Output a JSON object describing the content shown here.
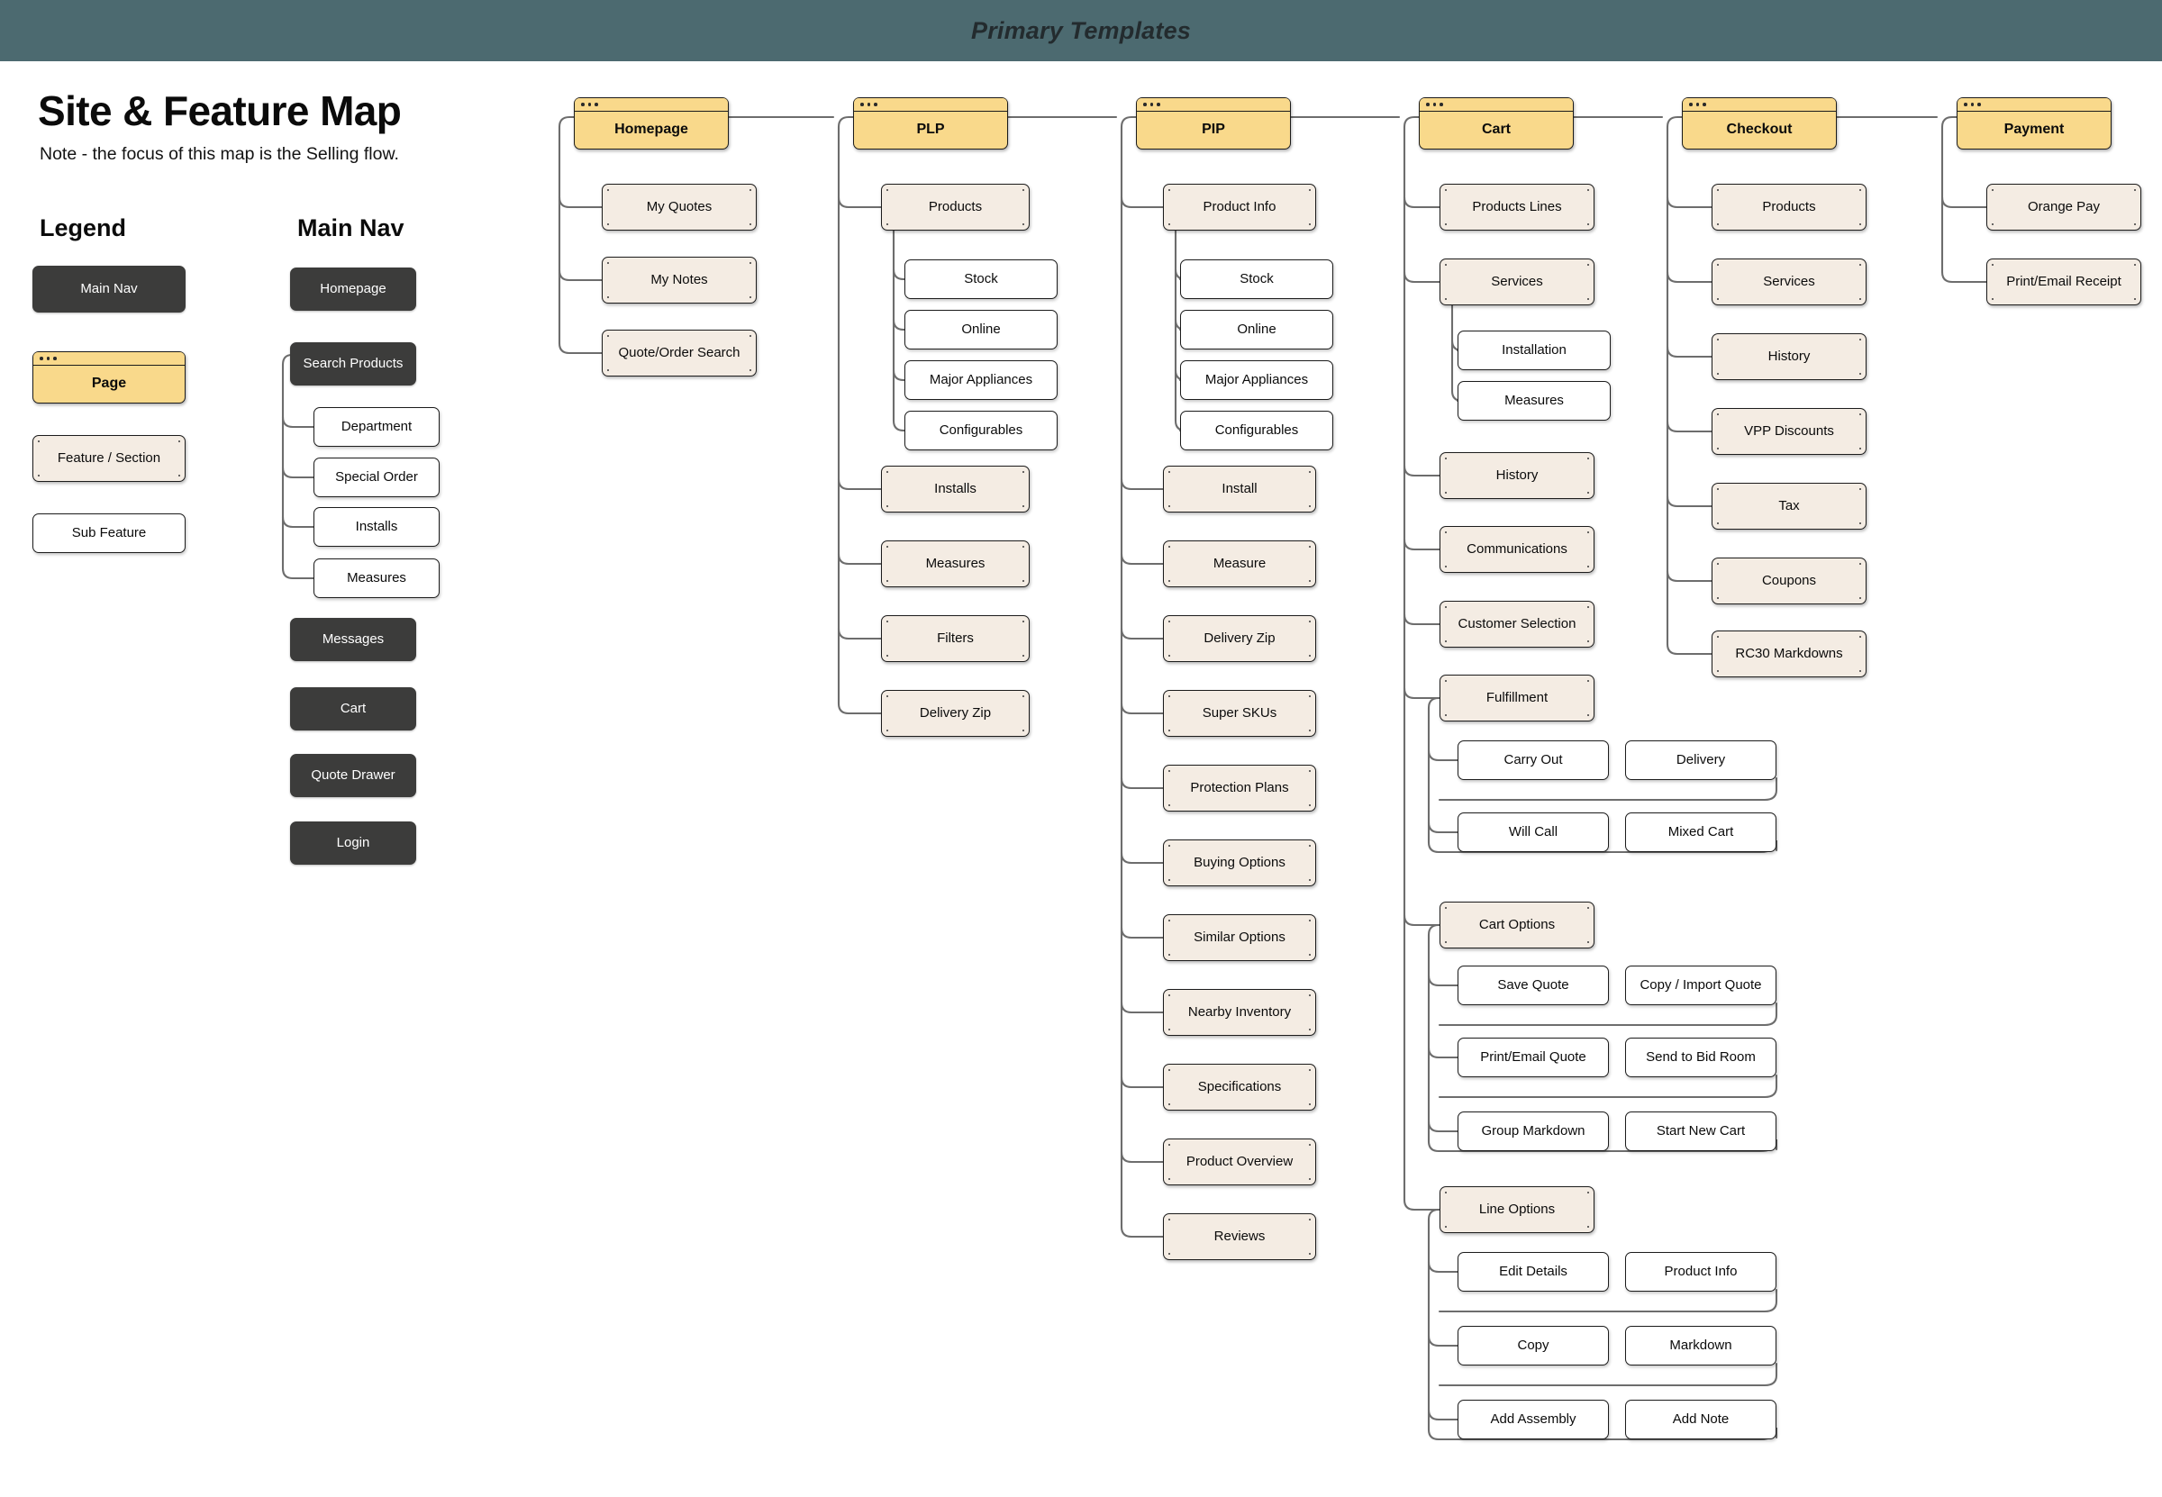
{
  "header": {
    "title": "Primary Templates",
    "bg": "#4c6a70"
  },
  "intro": {
    "title": "Site & Feature Map",
    "note": "Note - the focus of this map is the Selling flow."
  },
  "legend": {
    "title": "Legend",
    "items": [
      {
        "label": "Main Nav",
        "kind": "nav"
      },
      {
        "label": "Page",
        "kind": "page"
      },
      {
        "label": "Feature / Section",
        "kind": "feature"
      },
      {
        "label": "Sub Feature",
        "kind": "sub"
      }
    ]
  },
  "main_nav": {
    "title": "Main Nav",
    "items": [
      {
        "label": "Homepage",
        "kind": "nav"
      },
      {
        "label": "Search Products",
        "kind": "nav",
        "children": [
          {
            "label": "Department",
            "kind": "sub"
          },
          {
            "label": "Special Order",
            "kind": "sub"
          },
          {
            "label": "Installs",
            "kind": "sub"
          },
          {
            "label": "Measures",
            "kind": "sub"
          }
        ]
      },
      {
        "label": "Messages",
        "kind": "nav"
      },
      {
        "label": "Cart",
        "kind": "nav"
      },
      {
        "label": "Quote Drawer",
        "kind": "nav"
      },
      {
        "label": "Login",
        "kind": "nav"
      }
    ]
  },
  "flow": {
    "columns": [
      {
        "page": "Homepage",
        "features": [
          {
            "label": "My Quotes"
          },
          {
            "label": "My Notes"
          },
          {
            "label": "Quote/Order Search"
          }
        ]
      },
      {
        "page": "PLP",
        "features": [
          {
            "label": "Products",
            "children": [
              {
                "label": "Stock"
              },
              {
                "label": "Online"
              },
              {
                "label": "Major Appliances"
              },
              {
                "label": "Configurables"
              }
            ]
          },
          {
            "label": "Installs"
          },
          {
            "label": "Measures"
          },
          {
            "label": "Filters"
          },
          {
            "label": "Delivery Zip"
          }
        ]
      },
      {
        "page": "PIP",
        "features": [
          {
            "label": "Product Info",
            "children": [
              {
                "label": "Stock"
              },
              {
                "label": "Online"
              },
              {
                "label": "Major Appliances"
              },
              {
                "label": "Configurables"
              }
            ]
          },
          {
            "label": "Install"
          },
          {
            "label": "Measure"
          },
          {
            "label": "Delivery Zip"
          },
          {
            "label": "Super SKUs"
          },
          {
            "label": "Protection Plans"
          },
          {
            "label": "Buying Options"
          },
          {
            "label": "Similar Options"
          },
          {
            "label": "Nearby Inventory"
          },
          {
            "label": "Specifications"
          },
          {
            "label": "Product Overview"
          },
          {
            "label": "Reviews"
          }
        ]
      },
      {
        "page": "Cart",
        "features": [
          {
            "label": "Products Lines"
          },
          {
            "label": "Services",
            "children": [
              {
                "label": "Installation"
              },
              {
                "label": "Measures"
              }
            ]
          },
          {
            "label": "History"
          },
          {
            "label": "Communications"
          },
          {
            "label": "Customer Selection"
          },
          {
            "label": "Fulfillment",
            "grid": [
              [
                "Carry Out",
                "Delivery"
              ],
              [
                "Will Call",
                "Mixed Cart"
              ]
            ]
          },
          {
            "label": "Cart Options",
            "grid": [
              [
                "Save Quote",
                "Copy / Import Quote"
              ],
              [
                "Print/Email Quote",
                "Send to Bid Room"
              ],
              [
                "Group Markdown",
                "Start New Cart"
              ]
            ]
          },
          {
            "label": "Line Options",
            "grid": [
              [
                "Edit Details",
                "Product Info"
              ],
              [
                "Copy",
                "Markdown"
              ],
              [
                "Add Assembly",
                "Add Note"
              ]
            ]
          }
        ]
      },
      {
        "page": "Checkout",
        "features": [
          {
            "label": "Products"
          },
          {
            "label": "Services"
          },
          {
            "label": "History"
          },
          {
            "label": "VPP Discounts"
          },
          {
            "label": "Tax"
          },
          {
            "label": "Coupons"
          },
          {
            "label": "RC30 Markdowns"
          }
        ]
      },
      {
        "page": "Payment",
        "features": [
          {
            "label": "Orange Pay"
          },
          {
            "label": "Print/Email Receipt"
          }
        ]
      }
    ]
  },
  "colors": {
    "page_fill": "#f9d98b",
    "feature_fill": "#f4ece3",
    "sub_fill": "#ffffff",
    "nav_fill": "#3c3c3b",
    "wire": "#6d6d6d",
    "header_bg": "#4c6a70"
  }
}
